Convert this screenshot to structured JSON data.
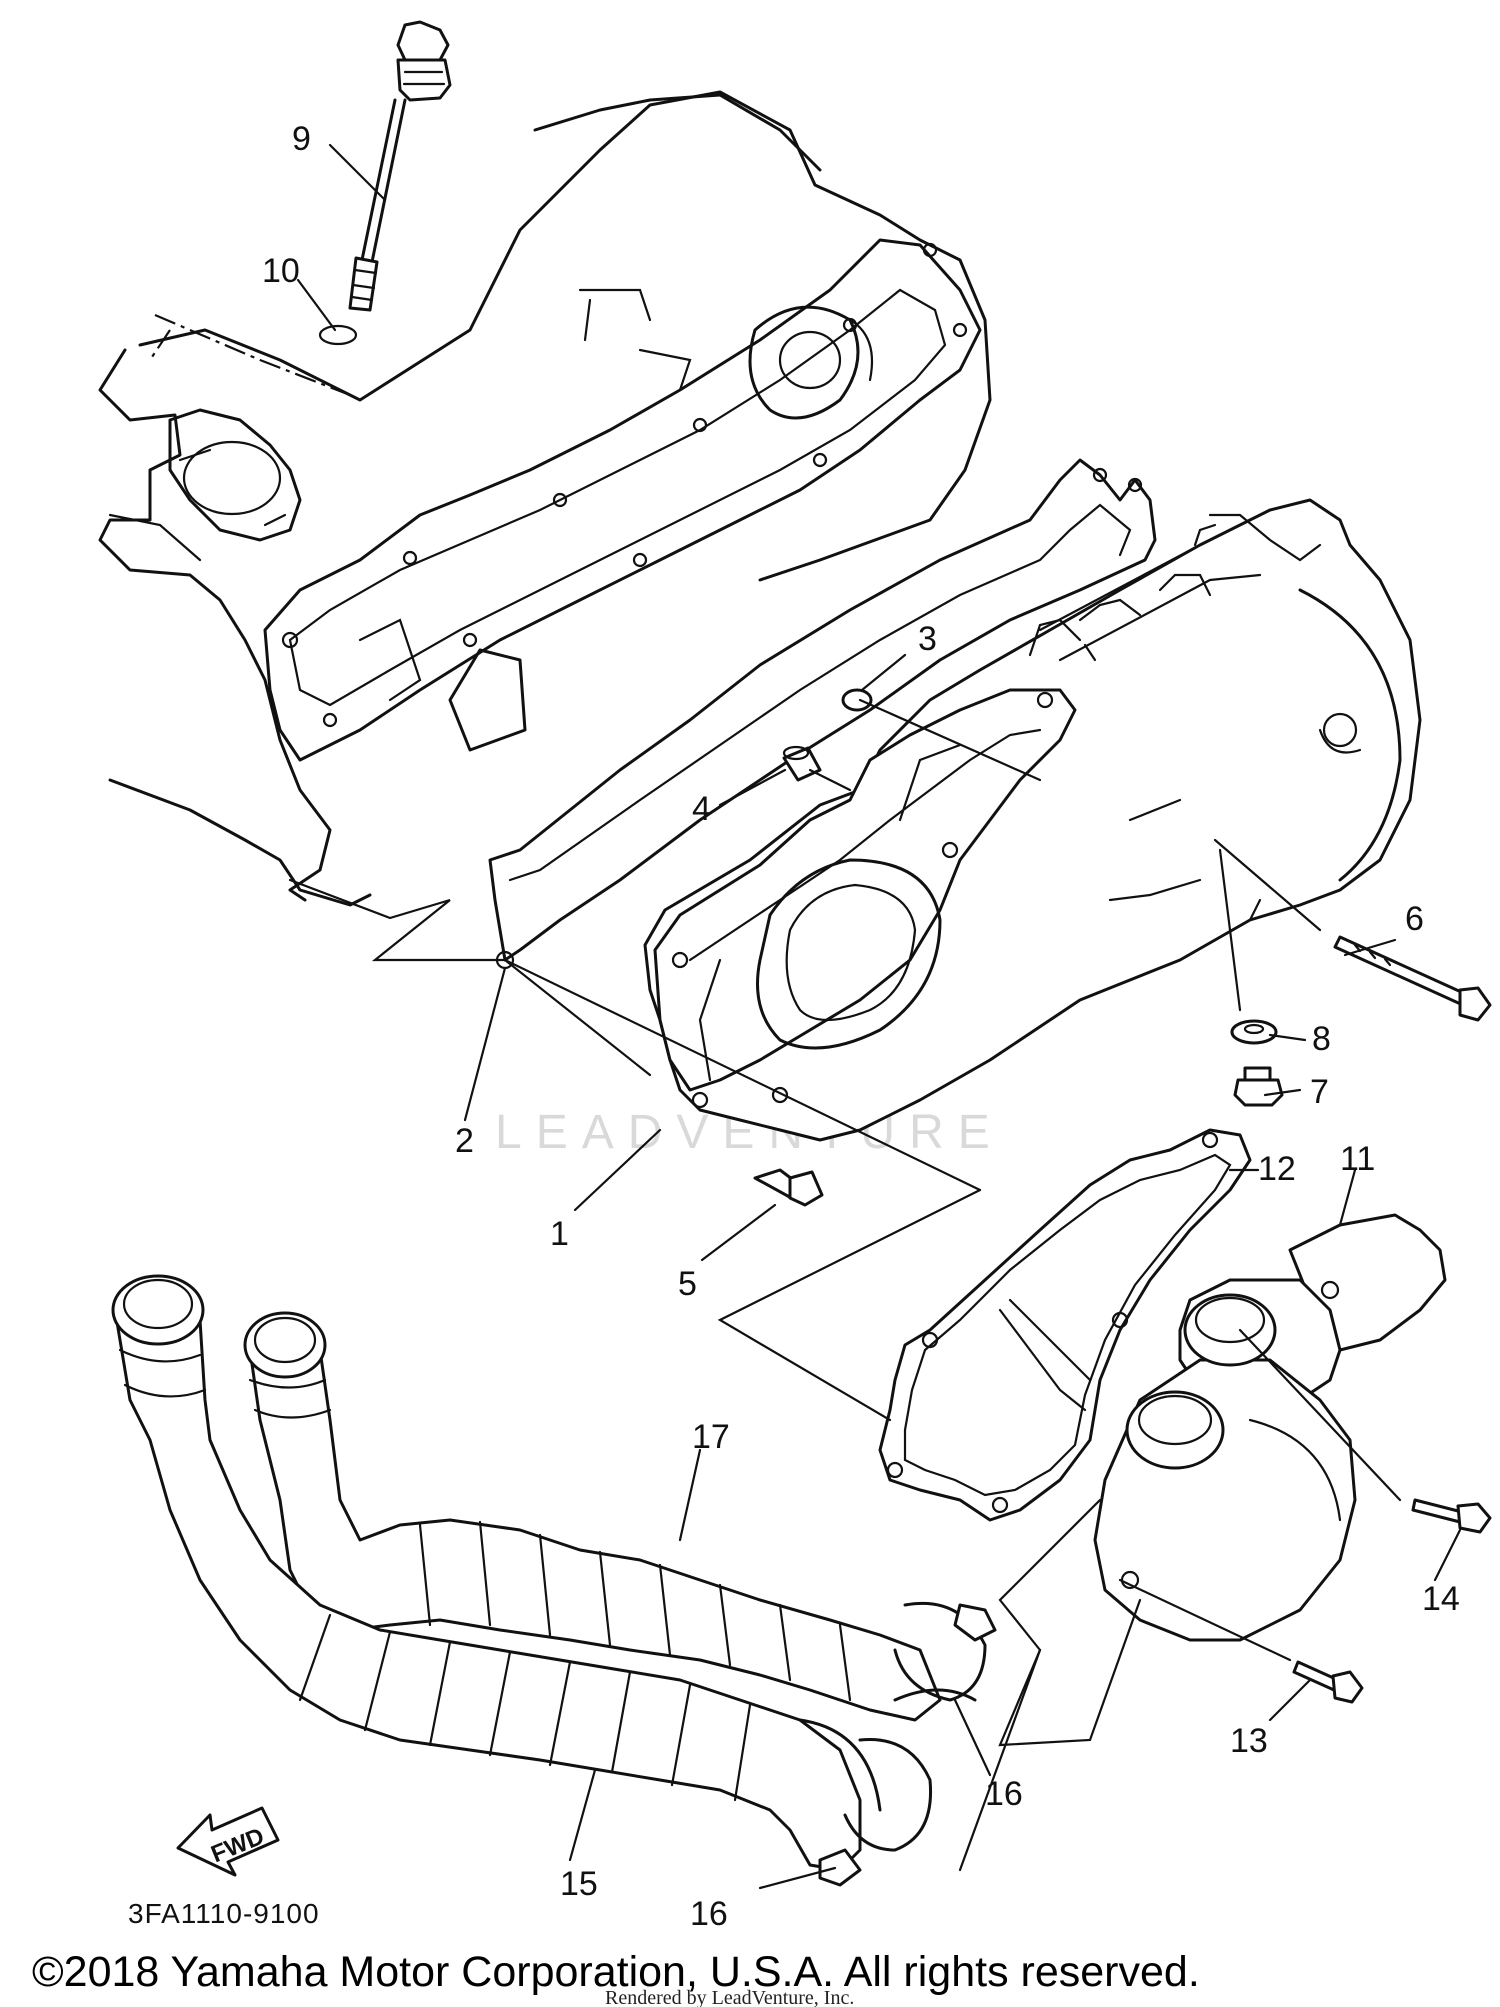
{
  "callouts": [
    {
      "id": "1",
      "label": "1"
    },
    {
      "id": "2",
      "label": "2"
    },
    {
      "id": "3",
      "label": "3"
    },
    {
      "id": "4",
      "label": "4"
    },
    {
      "id": "5",
      "label": "5"
    },
    {
      "id": "6",
      "label": "6"
    },
    {
      "id": "7",
      "label": "7"
    },
    {
      "id": "8",
      "label": "8"
    },
    {
      "id": "9",
      "label": "9"
    },
    {
      "id": "10",
      "label": "10"
    },
    {
      "id": "11",
      "label": "11"
    },
    {
      "id": "12",
      "label": "12"
    },
    {
      "id": "13",
      "label": "13"
    },
    {
      "id": "14",
      "label": "14"
    },
    {
      "id": "15",
      "label": "15"
    },
    {
      "id": "16a",
      "label": "16"
    },
    {
      "id": "16b",
      "label": "16"
    },
    {
      "id": "17",
      "label": "17"
    }
  ],
  "fwd_label": "FWD",
  "diagram_code": "3FA1110-9100",
  "watermark": "LEADVENTURE",
  "copyright": "©2018 Yamaha Motor Corporation, U.S.A. All rights reserved.",
  "rendered_by": "Rendered by LeadVenture, Inc."
}
